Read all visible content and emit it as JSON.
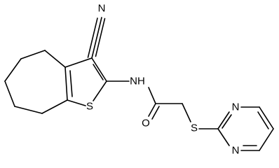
{
  "diagram": {
    "atoms": [
      {
        "id": "N_nitrile",
        "label": "N"
      },
      {
        "id": "N_amide",
        "label": "NH"
      },
      {
        "id": "S_thiophene",
        "label": "S"
      },
      {
        "id": "O_carbonyl",
        "label": "O"
      },
      {
        "id": "S_thioether",
        "label": "S"
      },
      {
        "id": "N_pyrimidine_top",
        "label": "N"
      },
      {
        "id": "N_pyrimidine_bottom",
        "label": "N"
      }
    ],
    "colors": {
      "bond": "#000000",
      "label": "#000000",
      "background": "#ffffff"
    }
  }
}
